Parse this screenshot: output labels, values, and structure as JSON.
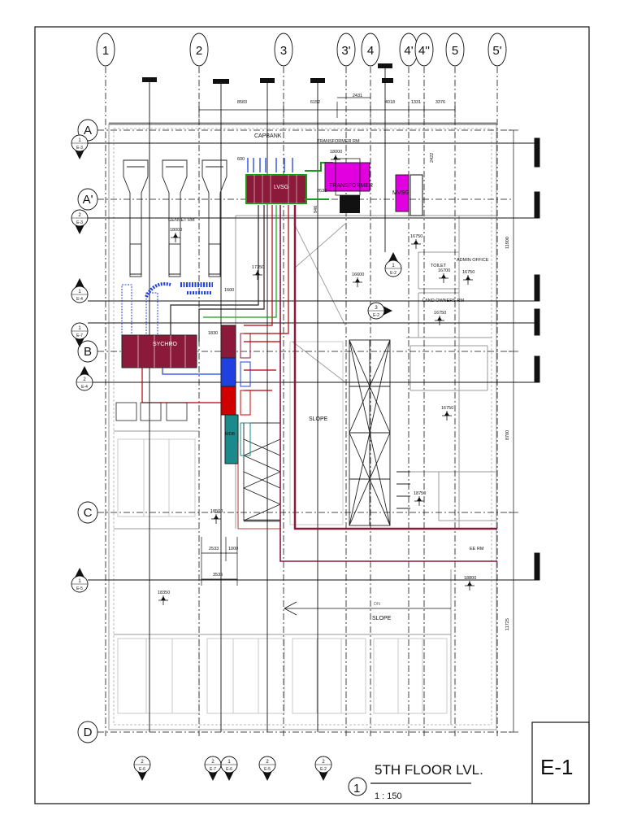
{
  "sheet": {
    "number": "E-1",
    "title": "5TH FLOOR LVL.",
    "scale": "1 : 150",
    "view_number": "1"
  },
  "grid": {
    "columns": [
      "1",
      "2",
      "3",
      "3'",
      "4",
      "4'",
      "4''",
      "5",
      "5'"
    ],
    "rows": [
      "A",
      "A'",
      "B",
      "C",
      "D"
    ]
  },
  "dimensions": {
    "top": [
      "8583",
      "6152",
      "2431",
      "4018",
      "1331",
      "3376"
    ],
    "right": [
      "11900",
      "8700",
      "11725"
    ],
    "bottom_left": [
      "2533",
      "1000",
      "3535"
    ],
    "misc": [
      "2422",
      "600",
      "1600",
      "1830",
      "2638",
      "946"
    ]
  },
  "rooms": {
    "capbank": "CAPBANK",
    "transformer_rm": "TRANSFORMER RM",
    "transformer": "TRANSFORMER",
    "lvsg": "LVSG",
    "mvsg": "MVSG",
    "genset_rm": "GENSET RM",
    "sychro": "SYCHRO",
    "admin_office": "ADMIN OFFICE",
    "toilet": "TOILET",
    "land_owner_rm": "LAND OWNERS RM",
    "ee_rm": "EE RM",
    "mdb": "MDB",
    "slope1": "SLOPE",
    "slope2": "SLOPE",
    "dn": "DN"
  },
  "levels": [
    "18000",
    "18000",
    "16750",
    "16600",
    "16700",
    "16750",
    "16750",
    "17350",
    "16750",
    "18750",
    "18500",
    "18800",
    "18350"
  ],
  "section_markers": {
    "left": [
      {
        "num": "1",
        "ref": "E-3"
      },
      {
        "num": "2",
        "ref": "E-3"
      },
      {
        "num": "1",
        "ref": "E-4"
      },
      {
        "num": "1",
        "ref": "E-7"
      },
      {
        "num": "2",
        "ref": "E-4"
      },
      {
        "num": "1",
        "ref": "E-5"
      }
    ],
    "bottom": [
      {
        "num": "2",
        "ref": "E-6"
      },
      {
        "num": "2",
        "ref": "E-7"
      },
      {
        "num": "1",
        "ref": "E-6"
      },
      {
        "num": "2",
        "ref": "E-5"
      },
      {
        "num": "2",
        "ref": "E-2"
      }
    ],
    "inner": [
      {
        "num": "1",
        "ref": "E-2"
      },
      {
        "num": "3",
        "ref": "E-2"
      }
    ]
  },
  "colors": {
    "line": "#111111",
    "lvsg": "#8b1a3a",
    "transformer": "#e000e0",
    "cable_red": "#b00000",
    "cable_blue": "#2040e0",
    "mdb_teal": "#1a8a8a",
    "green_tray": "#1a9a1a"
  }
}
